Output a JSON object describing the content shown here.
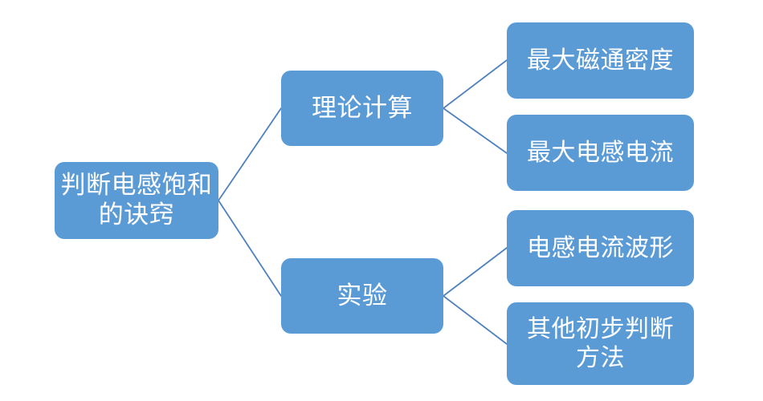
{
  "diagram": {
    "type": "tree-mind-map",
    "title_text": "判断电感饱和的诀窍",
    "background_color": "#FFFFFF",
    "node_fill_color": "#5B9BD5",
    "node_text_color": "#FFFFFF",
    "connector_color": "#4F81BD",
    "root": {
      "id": "root",
      "label": "判断电感饱和\n的诀窍"
    },
    "branches": [
      {
        "id": "branch-theoretical-calculation",
        "label": "理论计算",
        "children": [
          {
            "id": "leaf-max-flux-density",
            "label": "最大磁通密度"
          },
          {
            "id": "leaf-max-inductor-current",
            "label": "最大电感电流"
          }
        ]
      },
      {
        "id": "branch-experiment",
        "label": "实验",
        "children": [
          {
            "id": "leaf-inductor-current-waveform",
            "label": "电感电流波形"
          },
          {
            "id": "leaf-other-preliminary-methods",
            "label": "其他初步判断\n方法"
          }
        ]
      }
    ],
    "connectors": [
      {
        "id": "root-to-theoretical",
        "from": "root",
        "to": "branch-theoretical-calculation"
      },
      {
        "id": "root-to-experiment",
        "from": "root",
        "to": "branch-experiment"
      },
      {
        "id": "theoretical-to-flux",
        "from": "branch-theoretical-calculation",
        "to": "leaf-max-flux-density"
      },
      {
        "id": "theoretical-to-current",
        "from": "branch-theoretical-calculation",
        "to": "leaf-max-inductor-current"
      },
      {
        "id": "experiment-to-waveform",
        "from": "branch-experiment",
        "to": "leaf-inductor-current-waveform"
      },
      {
        "id": "experiment-to-other",
        "from": "branch-experiment",
        "to": "leaf-other-preliminary-methods"
      }
    ]
  }
}
